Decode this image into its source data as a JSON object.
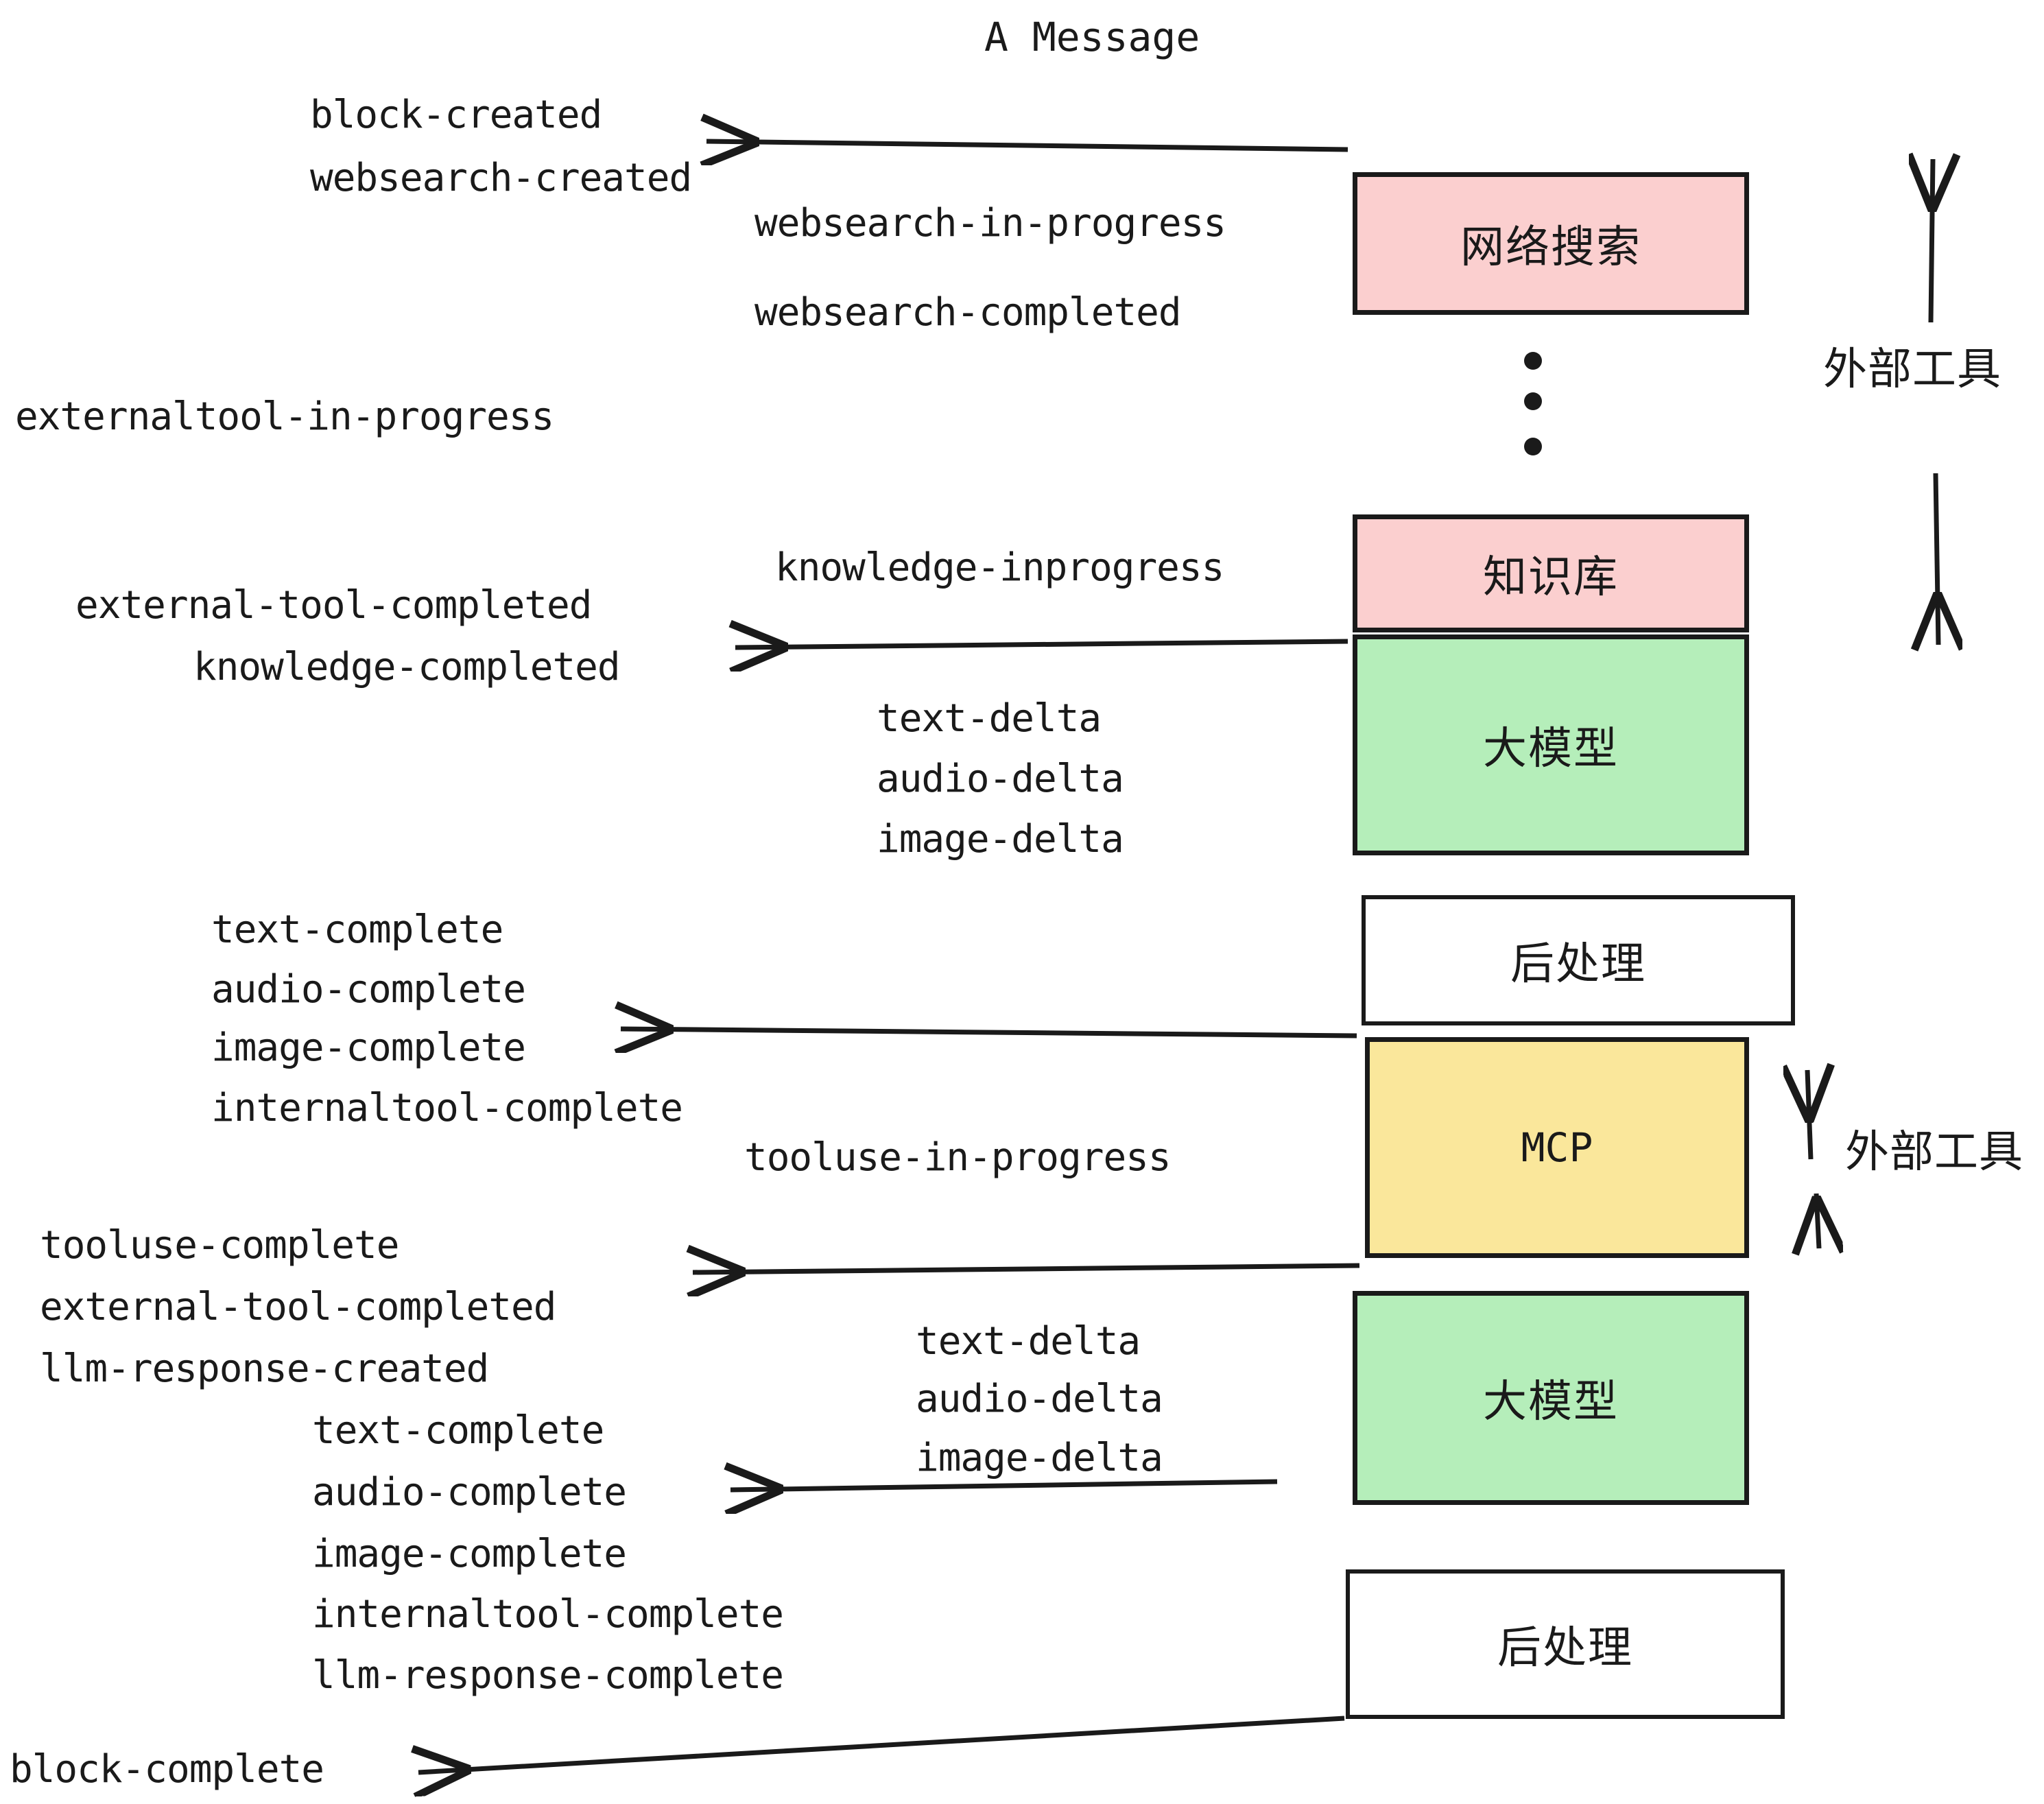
{
  "title": "A Message",
  "colors": {
    "pink": "#fbcfcf",
    "green": "#b5eeba",
    "yellow": "#fae79b",
    "white": "#ffffff",
    "stroke": "#1a1a1a",
    "text": "#1a1a1a"
  },
  "boxes": [
    {
      "id": "websearch",
      "label": "网络搜索",
      "fill_key": "pink",
      "script": "cjk"
    },
    {
      "id": "knowledge",
      "label": "知识库",
      "fill_key": "pink",
      "script": "cjk"
    },
    {
      "id": "llm-upper",
      "label": "大模型",
      "fill_key": "green",
      "script": "cjk"
    },
    {
      "id": "postproc-upper",
      "label": "后处理",
      "fill_key": "white",
      "script": "cjk"
    },
    {
      "id": "mcp",
      "label": "MCP",
      "fill_key": "yellow",
      "script": "latin"
    },
    {
      "id": "llm-lower",
      "label": "大模型",
      "fill_key": "green",
      "script": "cjk"
    },
    {
      "id": "postproc-lower",
      "label": "后处理",
      "fill_key": "white",
      "script": "cjk"
    }
  ],
  "side_labels": [
    {
      "id": "external-tools-upper",
      "label": "外部工具"
    },
    {
      "id": "external-tools-lower",
      "label": "外部工具"
    }
  ],
  "events": [
    {
      "id": "block-created",
      "text": "block-created"
    },
    {
      "id": "websearch-created",
      "text": "websearch-created"
    },
    {
      "id": "websearch-in-progress",
      "text": "websearch-in-progress"
    },
    {
      "id": "websearch-completed",
      "text": "websearch-completed"
    },
    {
      "id": "externaltool-in-progress",
      "text": "externaltool-in-progress"
    },
    {
      "id": "knowledge-inprogress",
      "text": "knowledge-inprogress"
    },
    {
      "id": "external-tool-completed-1",
      "text": "external-tool-completed"
    },
    {
      "id": "knowledge-completed",
      "text": "knowledge-completed"
    },
    {
      "id": "text-delta-1",
      "text": "text-delta"
    },
    {
      "id": "audio-delta-1",
      "text": "audio-delta"
    },
    {
      "id": "image-delta-1",
      "text": "image-delta"
    },
    {
      "id": "text-complete-1",
      "text": "text-complete"
    },
    {
      "id": "audio-complete-1",
      "text": "audio-complete"
    },
    {
      "id": "image-complete-1",
      "text": "image-complete"
    },
    {
      "id": "internaltool-complete-1",
      "text": "internaltool-complete"
    },
    {
      "id": "tooluse-in-progress",
      "text": "tooluse-in-progress"
    },
    {
      "id": "tooluse-complete",
      "text": "tooluse-complete"
    },
    {
      "id": "external-tool-completed-2",
      "text": "external-tool-completed"
    },
    {
      "id": "llm-response-created",
      "text": "llm-response-created"
    },
    {
      "id": "text-delta-2",
      "text": "text-delta"
    },
    {
      "id": "audio-delta-2",
      "text": "audio-delta"
    },
    {
      "id": "image-delta-2",
      "text": "image-delta"
    },
    {
      "id": "text-complete-2",
      "text": "text-complete"
    },
    {
      "id": "audio-complete-2",
      "text": "audio-complete"
    },
    {
      "id": "image-complete-2",
      "text": "image-complete"
    },
    {
      "id": "internaltool-complete-2",
      "text": "internaltool-complete"
    },
    {
      "id": "llm-response-complete",
      "text": "llm-response-complete"
    },
    {
      "id": "block-complete",
      "text": "block-complete"
    }
  ],
  "ellipsis": {
    "id": "vertical-ellipsis",
    "dots": 3
  }
}
